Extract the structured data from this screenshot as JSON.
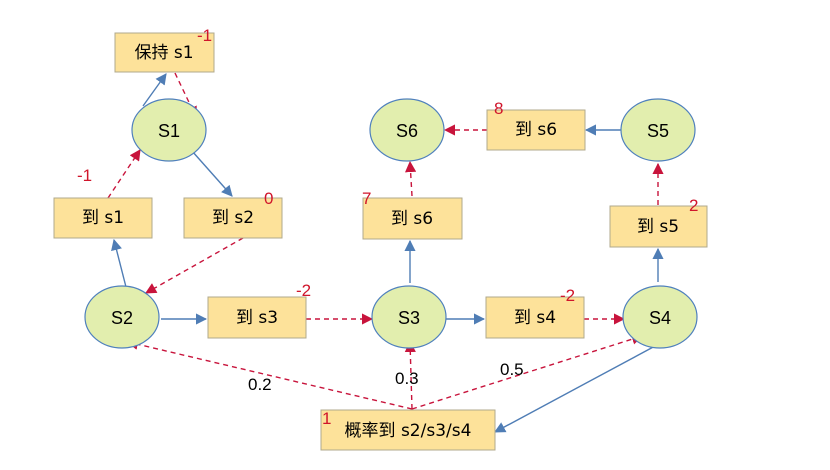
{
  "colors": {
    "state_fill": "#e2eeae",
    "state_stroke": "#4f80bd",
    "action_fill": "#fde29a",
    "action_stroke": "#b0a98c",
    "solid_edge": "#4f7db5",
    "dashed_edge": "#c8143c",
    "reward_text": "#d0152b"
  },
  "states": {
    "s1": "S1",
    "s2": "S2",
    "s3": "S3",
    "s4": "S4",
    "s5": "S5",
    "s6": "S6"
  },
  "actions": {
    "stay_s1": "保持 s1",
    "to_s1": "到 s1",
    "to_s2": "到 s2",
    "to_s3": "到 s3",
    "to_s4": "到 s4",
    "to_s5": "到 s5",
    "to_s6_from_s3": "到 s6",
    "to_s6_from_s5": "到 s6",
    "prob": "概率到 s2/s3/s4"
  },
  "rewards": {
    "stay_s1": "-1",
    "to_s1": "-1",
    "to_s2": "0",
    "to_s3": "-2",
    "to_s4": "-2",
    "to_s5": "2",
    "to_s6_from_s3": "7",
    "to_s6_from_s5": "8",
    "prob": "1"
  },
  "probabilities": {
    "to_s2": "0.2",
    "to_s3": "0.3",
    "to_s4": "0.5"
  }
}
